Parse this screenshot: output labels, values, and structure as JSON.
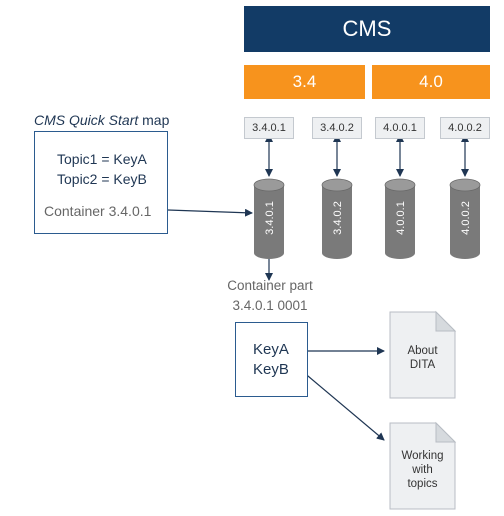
{
  "cms": {
    "label": "CMS",
    "color": "#123b66"
  },
  "versions": [
    {
      "label": "3.4",
      "color": "#f7931d"
    },
    {
      "label": "4.0",
      "color": "#f7931d"
    }
  ],
  "containers": [
    "3.4.0.1",
    "3.4.0.2",
    "4.0.0.1",
    "4.0.0.2"
  ],
  "map": {
    "title_italic": "CMS Quick Start",
    "title_rest": " map",
    "topics": [
      "Topic1 = KeyA",
      "Topic2 = KeyB"
    ],
    "container_label": "Container 3.4.0.1",
    "tree_color": "#f7931d"
  },
  "container_part": {
    "label": "Container part",
    "id": "3.4.0.1 0001",
    "keys": [
      "KeyA",
      "KeyB"
    ]
  },
  "documents": [
    {
      "lines": [
        "About",
        "DITA"
      ]
    },
    {
      "lines": [
        "Working",
        "with",
        "topics"
      ]
    }
  ],
  "colors": {
    "cylinder": "#7a7a7a",
    "arrow": "#1f3653",
    "border": "#2b5b8f"
  }
}
